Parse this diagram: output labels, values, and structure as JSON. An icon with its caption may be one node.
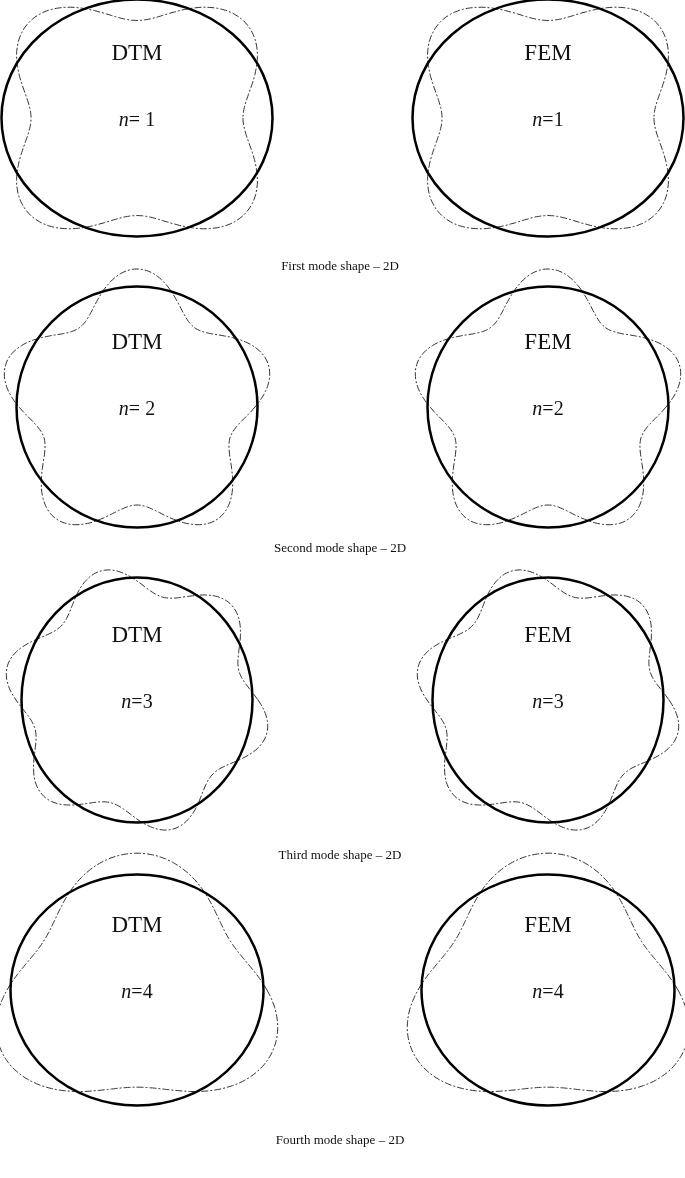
{
  "diagram": {
    "nodes": [
      {
        "text": [
          "DTM",
          "*n*= 1"
        ]
      },
      {
        "text": [
          "FEM",
          "*n*=1"
        ]
      },
      {
        "text": [
          "DTM",
          "*n*= 2"
        ]
      },
      {
        "text": [
          "FEM",
          "*n*=2"
        ]
      },
      {
        "text": [
          "DTM",
          "*n*=3"
        ]
      },
      {
        "text": [
          "FEM",
          "*n*=3"
        ]
      },
      {
        "text": [
          "DTM",
          "*n*=4"
        ]
      },
      {
        "text": [
          "FEM",
          "*n*=4"
        ]
      }
    ],
    "labels": [
      "First mode shape – 2D",
      "Second mode shape – 2D",
      "Third mode shape – 2D",
      "Fourth mode shape – 2D"
    ]
  }
}
